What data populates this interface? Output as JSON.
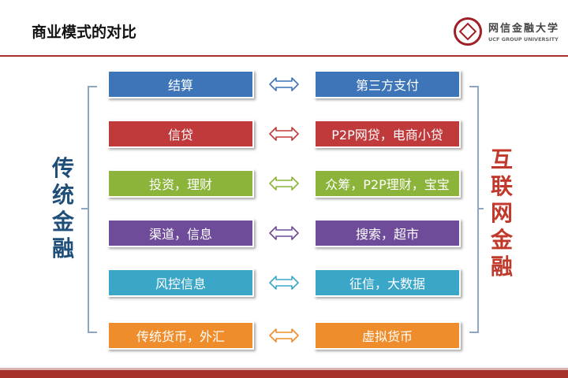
{
  "header": {
    "title": "商业模式的对比",
    "logo_name": "网信金融大学",
    "logo_sub": "UCF GROUP UNIVERSITY"
  },
  "left_label": "传统金融",
  "right_label": "互联网金融",
  "rows": [
    {
      "left": "结算",
      "right": "第三方支付",
      "color": "#3d75b8",
      "arrow_color": "#3d75b8"
    },
    {
      "left": "信贷",
      "right": "P2P网贷，电商小贷",
      "color": "#c0393b",
      "arrow_color": "#c0393b"
    },
    {
      "left": "投资，理财",
      "right": "众筹，P2P理财，宝宝",
      "color": "#8cb43a",
      "arrow_color": "#8cb43a"
    },
    {
      "left": "渠道，信息",
      "right": "搜索，超市",
      "color": "#6f4c99",
      "arrow_color": "#6f4c99"
    },
    {
      "left": "风控信息",
      "right": "征信，大数据",
      "color": "#3aa6c8",
      "arrow_color": "#3aa6c8"
    },
    {
      "left": "传统货币，外汇",
      "right": "虚拟货币",
      "color": "#ef8d2c",
      "arrow_color": "#ef8d2c"
    }
  ]
}
